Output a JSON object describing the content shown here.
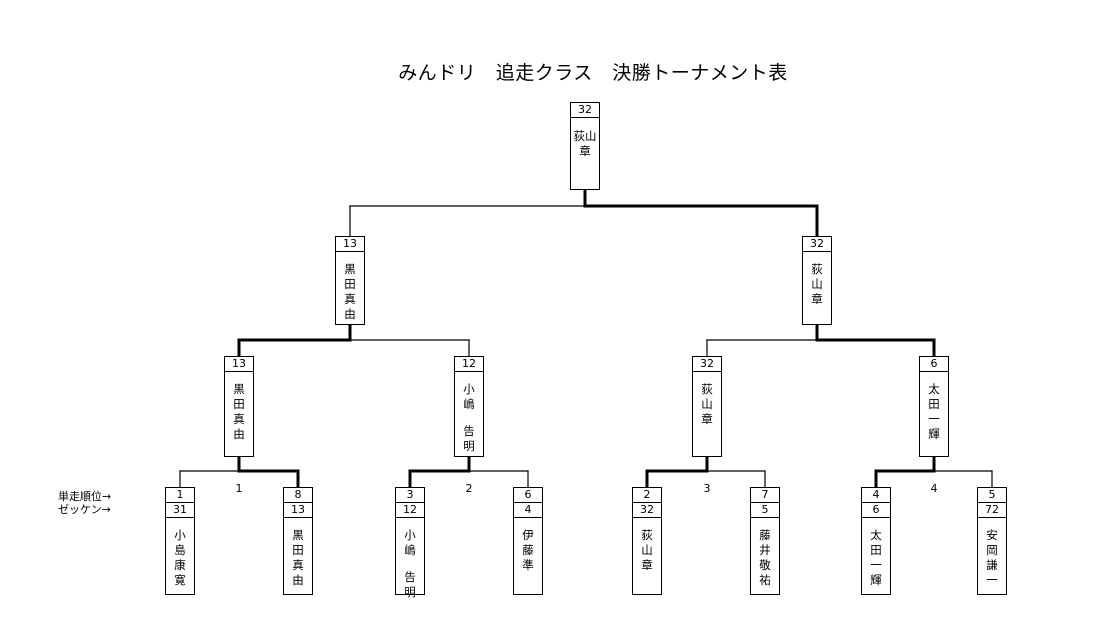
{
  "title": "みんドリ　追走クラス　決勝トーナメント表",
  "legend": {
    "rank_label": "単走順位→",
    "bib_label": "ゼッケン→"
  },
  "final": {
    "bib": "32",
    "name": [
      "荻山",
      "章"
    ]
  },
  "semifinals": [
    {
      "bib": "13",
      "name": [
        "黒",
        "田",
        "真",
        "由"
      ]
    },
    {
      "bib": "32",
      "name": [
        "荻",
        "山",
        "章"
      ]
    }
  ],
  "quarterfinals": [
    {
      "bib": "13",
      "name": [
        "黒",
        "田",
        "真",
        "由"
      ]
    },
    {
      "bib": "12",
      "name": [
        "小",
        "嶋",
        "",
        "告",
        "明"
      ]
    },
    {
      "bib": "32",
      "name": [
        "荻",
        "山",
        "章"
      ]
    },
    {
      "bib": "6",
      "name": [
        "太",
        "田",
        "一",
        "輝"
      ]
    }
  ],
  "match_numbers": [
    "1",
    "2",
    "3",
    "4"
  ],
  "entrants": [
    {
      "rank": "1",
      "bib": "31",
      "name": [
        "小",
        "島",
        "康",
        "寛"
      ]
    },
    {
      "rank": "8",
      "bib": "13",
      "name": [
        "黒",
        "田",
        "真",
        "由"
      ]
    },
    {
      "rank": "3",
      "bib": "12",
      "name": [
        "小",
        "嶋",
        "",
        "告",
        "明"
      ]
    },
    {
      "rank": "6",
      "bib": "4",
      "name": [
        "伊",
        "藤",
        "準"
      ]
    },
    {
      "rank": "2",
      "bib": "32",
      "name": [
        "荻",
        "山",
        "章"
      ]
    },
    {
      "rank": "7",
      "bib": "5",
      "name": [
        "藤",
        "井",
        "敬",
        "祐"
      ]
    },
    {
      "rank": "4",
      "bib": "6",
      "name": [
        "太",
        "田",
        "一",
        "輝"
      ]
    },
    {
      "rank": "5",
      "bib": "72",
      "name": [
        "安",
        "岡",
        "謙",
        "一"
      ]
    }
  ],
  "winners": {
    "quarterfinals": [
      1,
      0,
      0,
      0
    ],
    "semifinals": [
      0,
      1
    ],
    "final": 1
  }
}
